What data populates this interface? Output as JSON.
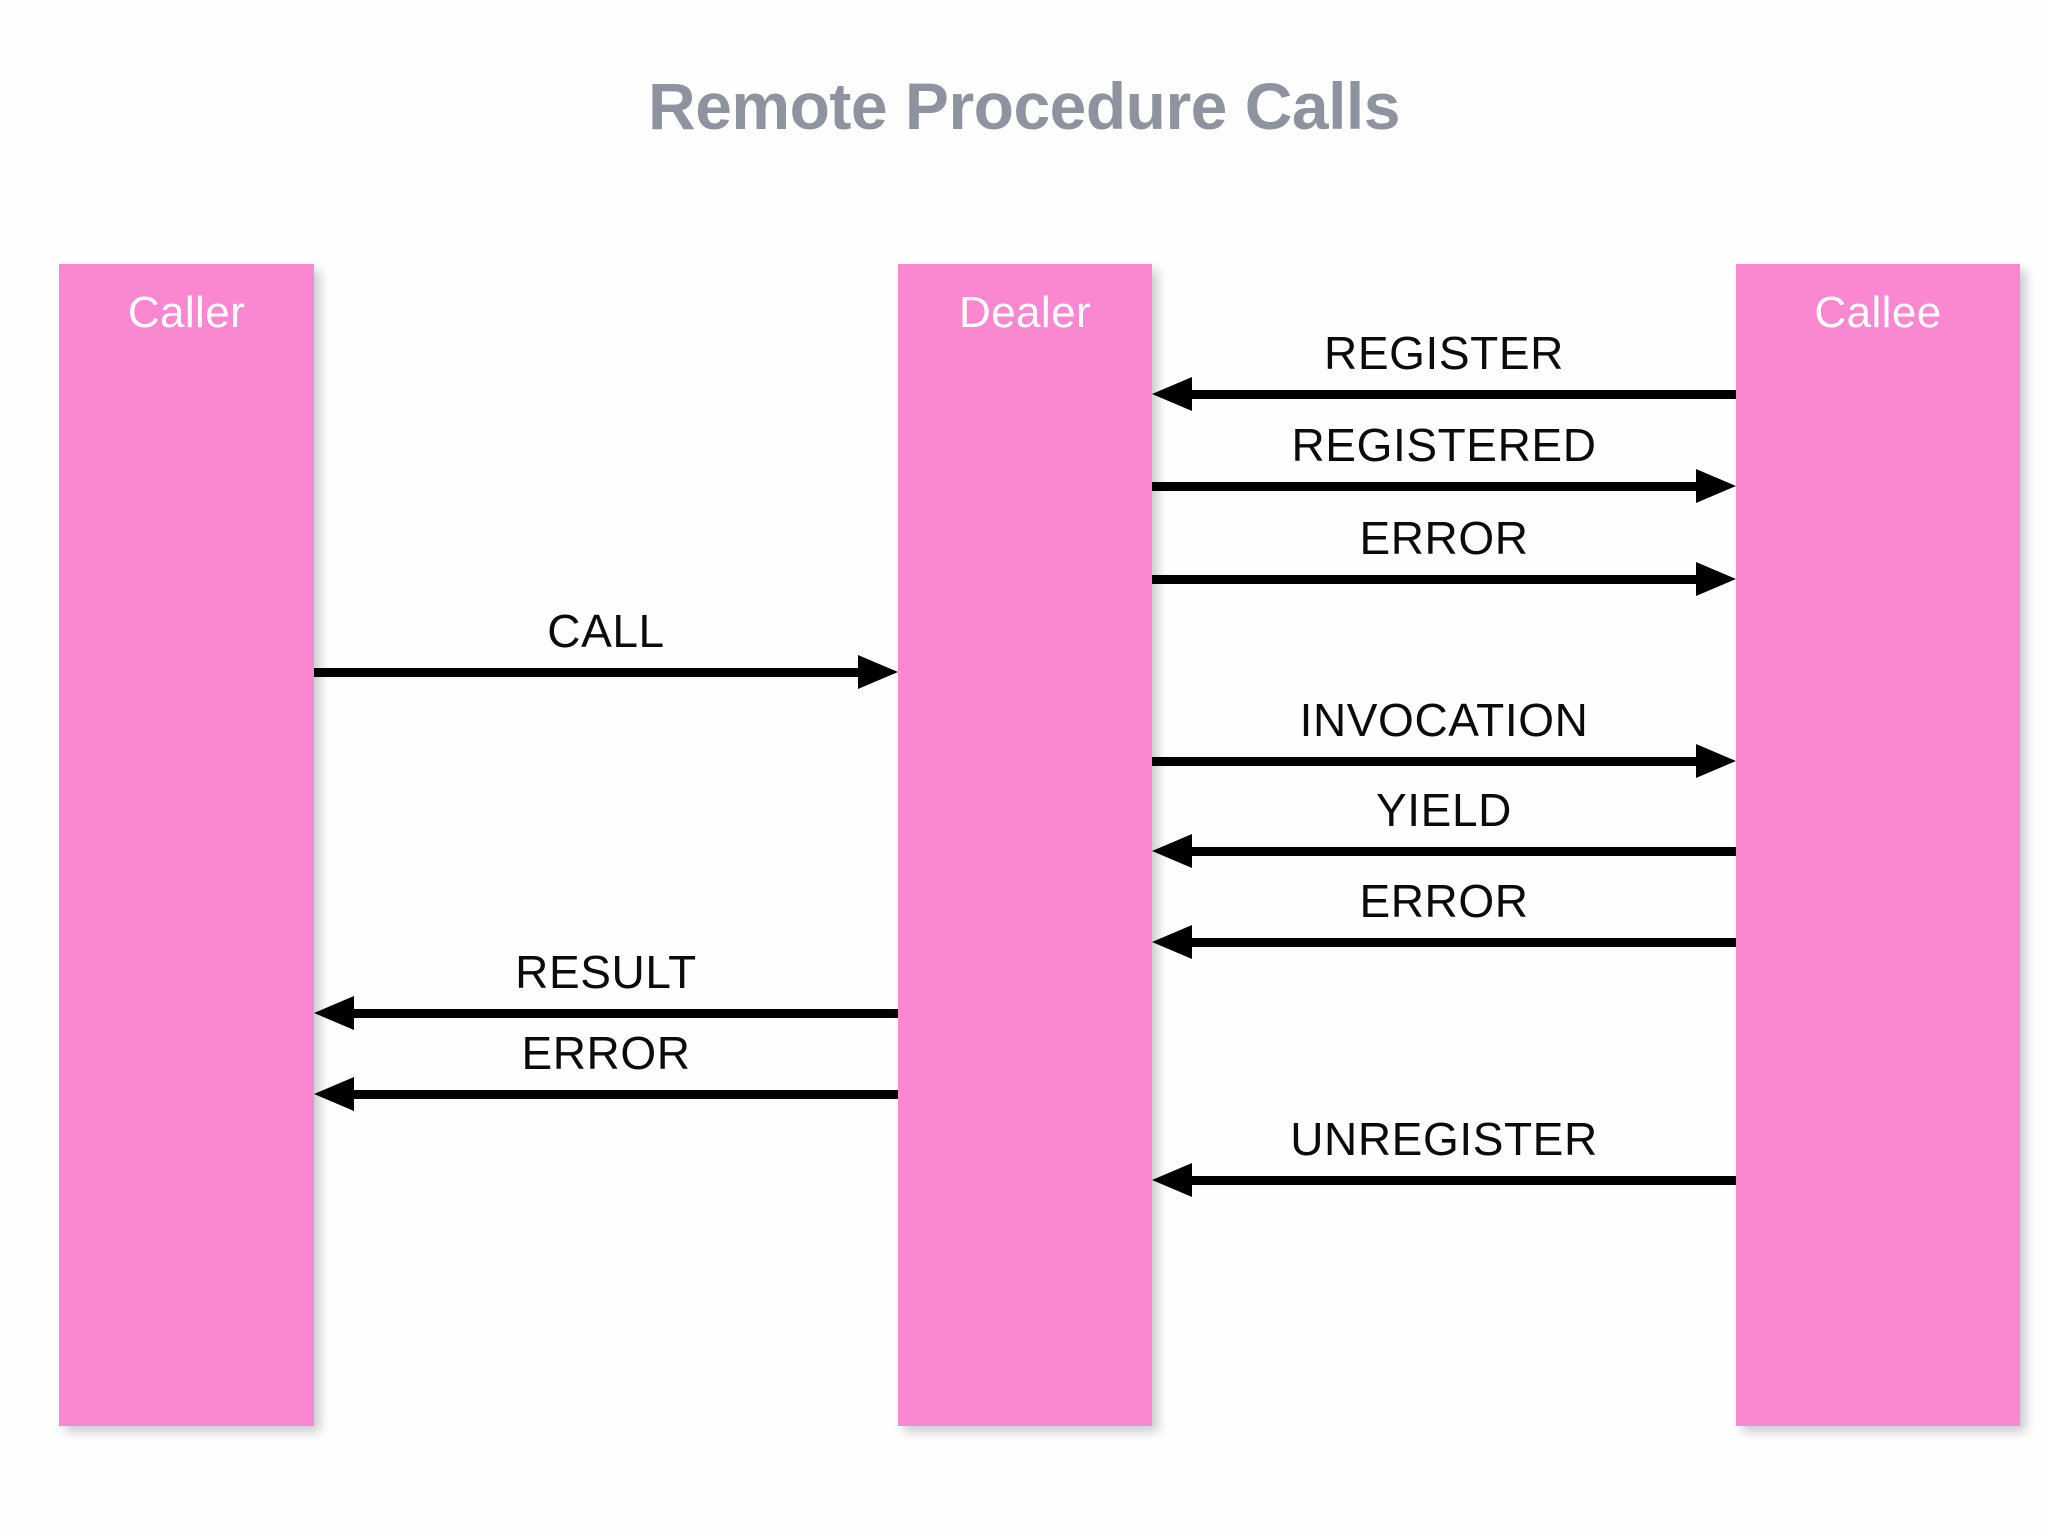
{
  "page": {
    "title": "Remote Procedure Calls",
    "background_color": "#fefeff",
    "title_color": "#8e939f",
    "lifeline_color": "#f988d0",
    "arrow_color": "#000000"
  },
  "lifelines": [
    {
      "id": "caller",
      "label": "Caller"
    },
    {
      "id": "dealer",
      "label": "Dealer"
    },
    {
      "id": "callee",
      "label": "Callee"
    }
  ],
  "messages": [
    {
      "label": "REGISTER",
      "from": "Callee",
      "to": "Dealer",
      "direction": "left",
      "lane": "dealer-callee"
    },
    {
      "label": "REGISTERED",
      "from": "Dealer",
      "to": "Callee",
      "direction": "right",
      "lane": "dealer-callee"
    },
    {
      "label": "ERROR",
      "from": "Dealer",
      "to": "Callee",
      "direction": "right",
      "lane": "dealer-callee"
    },
    {
      "label": "CALL",
      "from": "Caller",
      "to": "Dealer",
      "direction": "right",
      "lane": "caller-dealer"
    },
    {
      "label": "INVOCATION",
      "from": "Dealer",
      "to": "Callee",
      "direction": "right",
      "lane": "dealer-callee"
    },
    {
      "label": "YIELD",
      "from": "Callee",
      "to": "Dealer",
      "direction": "left",
      "lane": "dealer-callee"
    },
    {
      "label": "ERROR",
      "from": "Callee",
      "to": "Dealer",
      "direction": "left",
      "lane": "dealer-callee"
    },
    {
      "label": "RESULT",
      "from": "Dealer",
      "to": "Caller",
      "direction": "left",
      "lane": "caller-dealer"
    },
    {
      "label": "ERROR",
      "from": "Dealer",
      "to": "Caller",
      "direction": "left",
      "lane": "caller-dealer"
    },
    {
      "label": "UNREGISTER",
      "from": "Callee",
      "to": "Dealer",
      "direction": "left",
      "lane": "dealer-callee"
    }
  ]
}
